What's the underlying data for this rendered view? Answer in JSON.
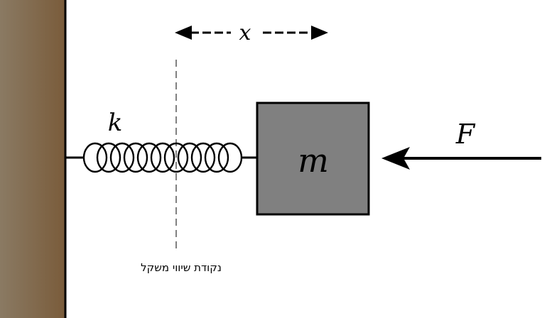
{
  "diagram": {
    "labels": {
      "spring_constant": "k",
      "displacement": "x",
      "mass": "m",
      "force": "F",
      "equilibrium_caption": "נקודת שיווי משקל"
    },
    "colors": {
      "wall_light": "#8a7a63",
      "wall_dark": "#7a5c3b",
      "wall_edge": "#000000",
      "mass_fill": "#808080",
      "mass_stroke": "#000000",
      "line": "#000000",
      "background": "#ffffff"
    },
    "icons": {
      "displacement_left": "arrow-left-dashed",
      "displacement_right": "arrow-right-dashed",
      "force": "arrow-left-solid"
    }
  }
}
